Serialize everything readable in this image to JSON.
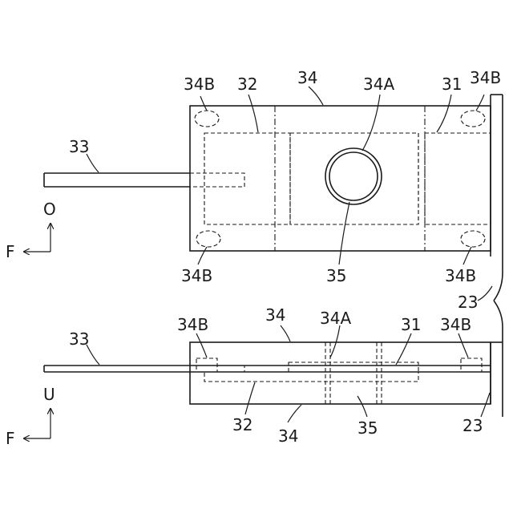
{
  "labels": {
    "top": {
      "l34b_tl": "34B",
      "l32": "32",
      "l34": "34",
      "l34a": "34A",
      "l31": "31",
      "l34b_tr": "34B",
      "l33": "33",
      "l34b_bl": "34B",
      "l35": "35",
      "l34b_br": "34B",
      "l23": "23"
    },
    "bottom": {
      "l33": "33",
      "l34b_l": "34B",
      "l34_top": "34",
      "l34a": "34A",
      "l31": "31",
      "l34b_r": "34B",
      "l32": "32",
      "l34_bot": "34",
      "l35": "35",
      "l23": "23"
    },
    "axes": {
      "top_o": "O",
      "top_f": "F",
      "bot_u": "U",
      "bot_f": "F"
    }
  }
}
